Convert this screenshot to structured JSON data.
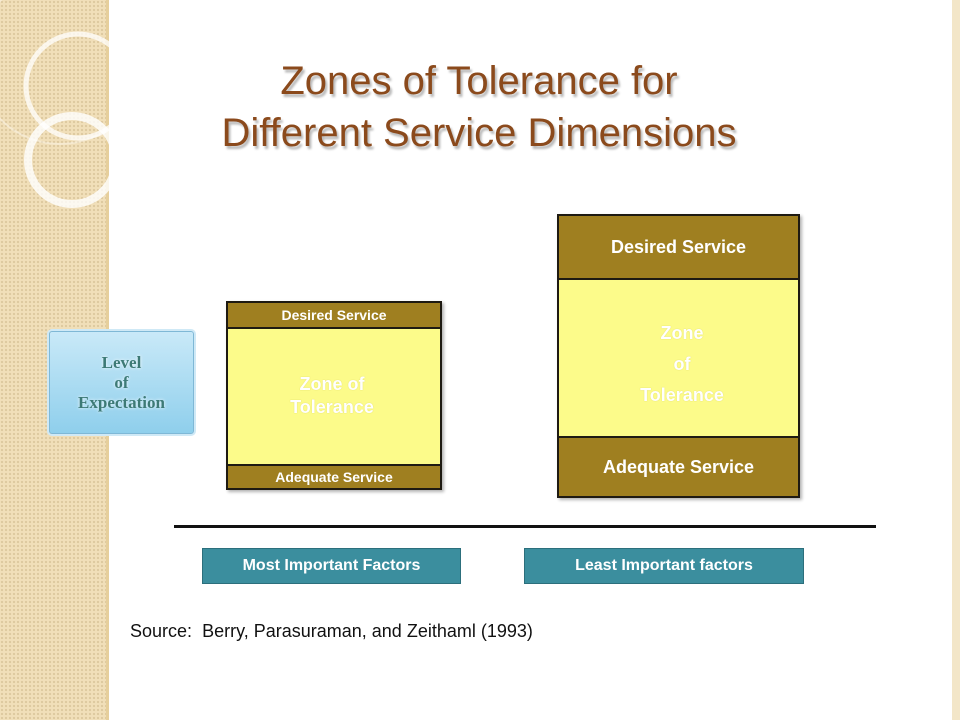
{
  "title": {
    "line1": "Zones of Tolerance for",
    "line2": "Different Service Dimensions"
  },
  "level_box": {
    "line1": "Level",
    "line2": "of",
    "line3": "Expectation"
  },
  "small_zone": {
    "top_label": "Desired Service",
    "middle_line1": "Zone of",
    "middle_line2": "Tolerance",
    "bottom_label": "Adequate Service"
  },
  "large_zone": {
    "top_label": "Desired Service",
    "middle_line1": "Zone",
    "middle_line2": "of",
    "middle_line3": "Tolerance",
    "bottom_label": "Adequate Service"
  },
  "factors": {
    "most": "Most Important Factors",
    "least": "Least Important factors"
  },
  "source": {
    "prefix": "Source:",
    "citation": "Berry, Parasuraman, and Zeithaml (1993)"
  },
  "colors": {
    "title": "#8b4a1c",
    "band": "#9f7f20",
    "zone_fill": "#fcfb8a",
    "factor_button": "#3b8e9e",
    "level_box": "#8fcfec"
  }
}
